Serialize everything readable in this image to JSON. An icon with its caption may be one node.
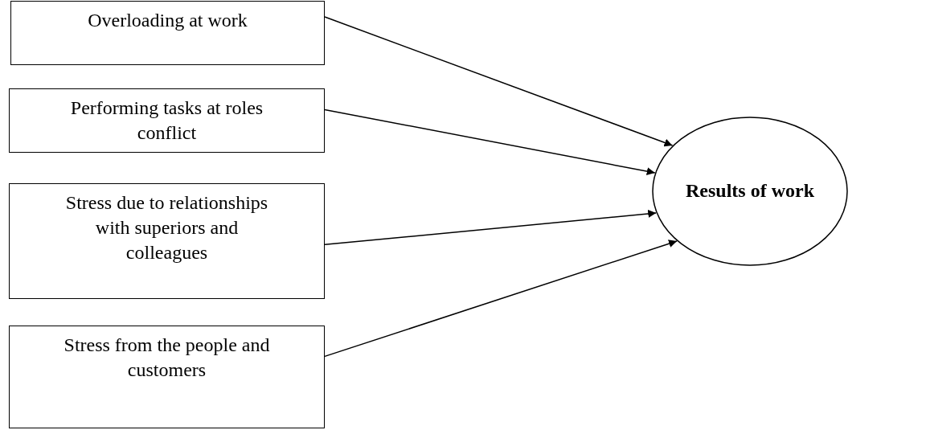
{
  "diagram": {
    "nodes": [
      {
        "text": [
          "Overloading at work"
        ]
      },
      {
        "text": [
          "Performing tasks at roles conflict"
        ]
      },
      {
        "text": [
          "Stress due to relationships with superiors and colleagues"
        ]
      },
      {
        "text": [
          "Stress from the people and customers"
        ]
      },
      {
        "text": [
          "Results of work"
        ]
      }
    ],
    "edges": [
      {
        "from": 0,
        "to": 4,
        "arrow": "to"
      },
      {
        "from": 1,
        "to": 4,
        "arrow": "to"
      },
      {
        "from": 2,
        "to": 4,
        "arrow": "to"
      },
      {
        "from": 3,
        "to": 4,
        "arrow": "to"
      }
    ]
  }
}
